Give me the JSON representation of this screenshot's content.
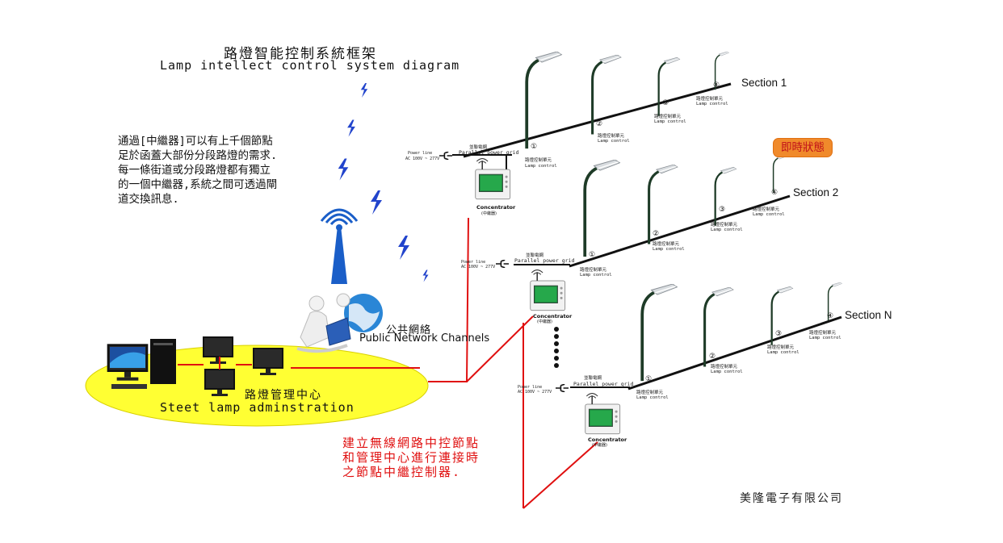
{
  "title_zh": "路燈智能控制系統框架",
  "title_en": "Lamp intellect control system diagram",
  "description_zh": "通過[中繼器]可以有上千個節點\n足於函蓋大部份分段路燈的需求.\n每一條街道或分段路燈都有獨立\n的一個中繼器,系統之間可透過閘\n道交換訊息.",
  "public_network_zh": "公共網絡",
  "public_network_en": "Public Network Channels",
  "admin_zh": "路燈管理中心",
  "admin_en": "Steet lamp adminstration",
  "red_note": "建立無線網路中控節點\n和管理中心進行連接時\n之節點中繼控制器.",
  "company": "美隆電子有限公司",
  "status_label": "即時狀態",
  "concentrator_label": "Concentrator",
  "concentrator_zh": "(中繼器)",
  "power_line": "Power line",
  "power_spec": "AC 100V ~ 277V",
  "grid_zh": "並聯電網",
  "grid_en": "Parallel power grid",
  "lamp_ctrl_zh": "路燈控制單元",
  "lamp_ctrl_en": "Lamp control",
  "sections": [
    {
      "name": "Section 1"
    },
    {
      "name": "Section 2"
    },
    {
      "name": "Section N"
    }
  ],
  "lamp_numbers": [
    "①",
    "②",
    "③",
    "④"
  ],
  "colors": {
    "red_line": "#e01010",
    "ellipse_fill": "#ffff33",
    "pole": "#1e3b27",
    "wifi_blue": "#1a5ec8",
    "status_bubble": "#f08a2b"
  }
}
